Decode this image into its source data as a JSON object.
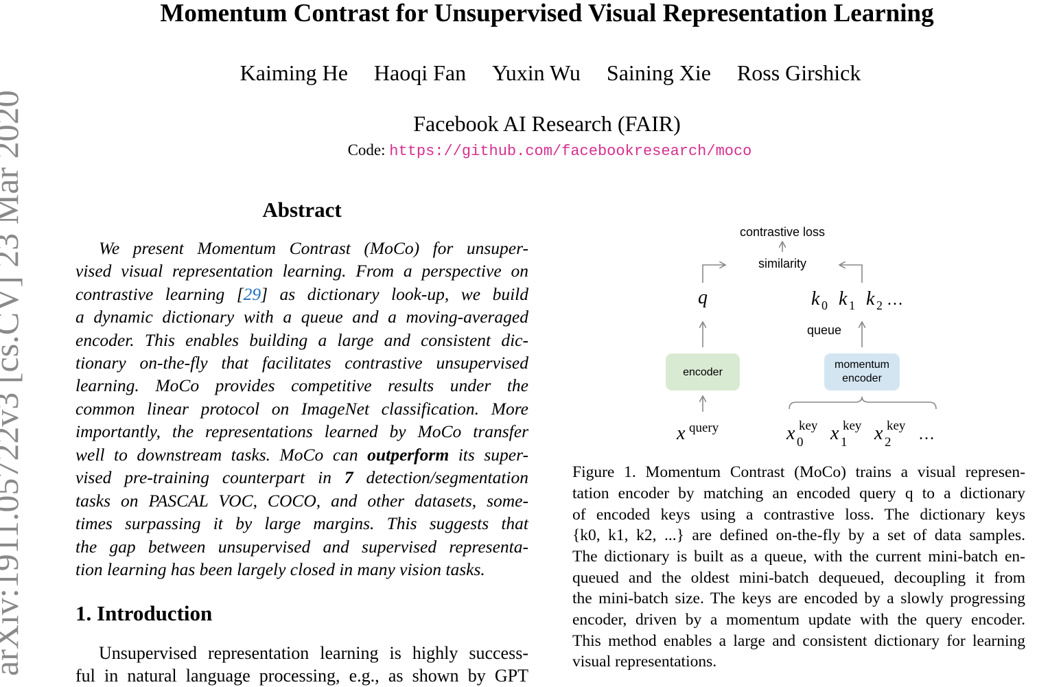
{
  "title": "Momentum Contrast for Unsupervised Visual Representation Learning",
  "authors": [
    "Kaiming He",
    "Haoqi Fan",
    "Yuxin Wu",
    "Saining Xie",
    "Ross Girshick"
  ],
  "affiliation": "Facebook AI Research (FAIR)",
  "code_label": "Code:",
  "code_url": "https://github.com/facebookresearch/moco",
  "arxiv_id": "arXiv:1911.05722v3  [cs.CV]  23 Mar 2020",
  "abstract_heading": "Abstract",
  "abstract_lines": [
    "We present Momentum Contrast (MoCo) for unsuper-",
    "vised visual representation learning. From a perspective on",
    [
      "contrastive learning [",
      "29",
      "] as dictionary look-up, we build"
    ],
    "a dynamic dictionary with a queue and a moving-averaged",
    "encoder. This enables building a large and consistent dic-",
    "tionary on-the-fly that facilitates contrastive unsupervised",
    "learning.  MoCo provides competitive results under the",
    "common linear protocol on ImageNet classification.  More",
    "importantly, the representations learned by MoCo transfer",
    [
      "well to downstream tasks. MoCo can ",
      "outperform",
      " its super-"
    ],
    [
      "vised pre-training counterpart in ",
      "7",
      " detection/segmentation"
    ],
    "tasks on PASCAL VOC, COCO, and other datasets, some-",
    "times surpassing it by large margins.  This suggests that",
    "the gap between unsupervised and supervised representa-",
    "tion learning has been largely closed in many vision tasks."
  ],
  "intro_heading": "1. Introduction",
  "intro_lines": [
    "Unsupervised representation learning is highly success-",
    "ful in natural language processing, e.g., as shown by GPT"
  ],
  "figure": {
    "loss_label": "contrastive loss",
    "similarity_label": "similarity",
    "query_symbol": "q",
    "keys_label": "k0 k1 k2 ...",
    "queue_label": "queue",
    "encoder_label": "encoder",
    "momentum_encoder_label_1": "momentum",
    "momentum_encoder_label_2": "encoder",
    "query_input": "x query",
    "key_inputs": "x0 key x1 key x2 key ...",
    "encoder_color": "#d9ead3",
    "momentum_encoder_color": "#d4e5f2"
  },
  "caption_lines": [
    "Figure 1. Momentum Contrast (MoCo) trains a visual represen-",
    "tation encoder by matching an encoded query q to a dictionary",
    "of encoded keys using a contrastive loss.  The dictionary keys",
    "{k0, k1, k2, ...} are defined on-the-fly by a set of data samples.",
    "The dictionary is built as a queue, with the current mini-batch en-",
    "queued and the oldest mini-batch dequeued, decoupling it from",
    "the mini-batch size. The keys are encoded by a slowly progressing",
    "encoder, driven by a momentum update with the query encoder.",
    "This method enables a large and consistent dictionary for learning",
    "visual representations."
  ]
}
